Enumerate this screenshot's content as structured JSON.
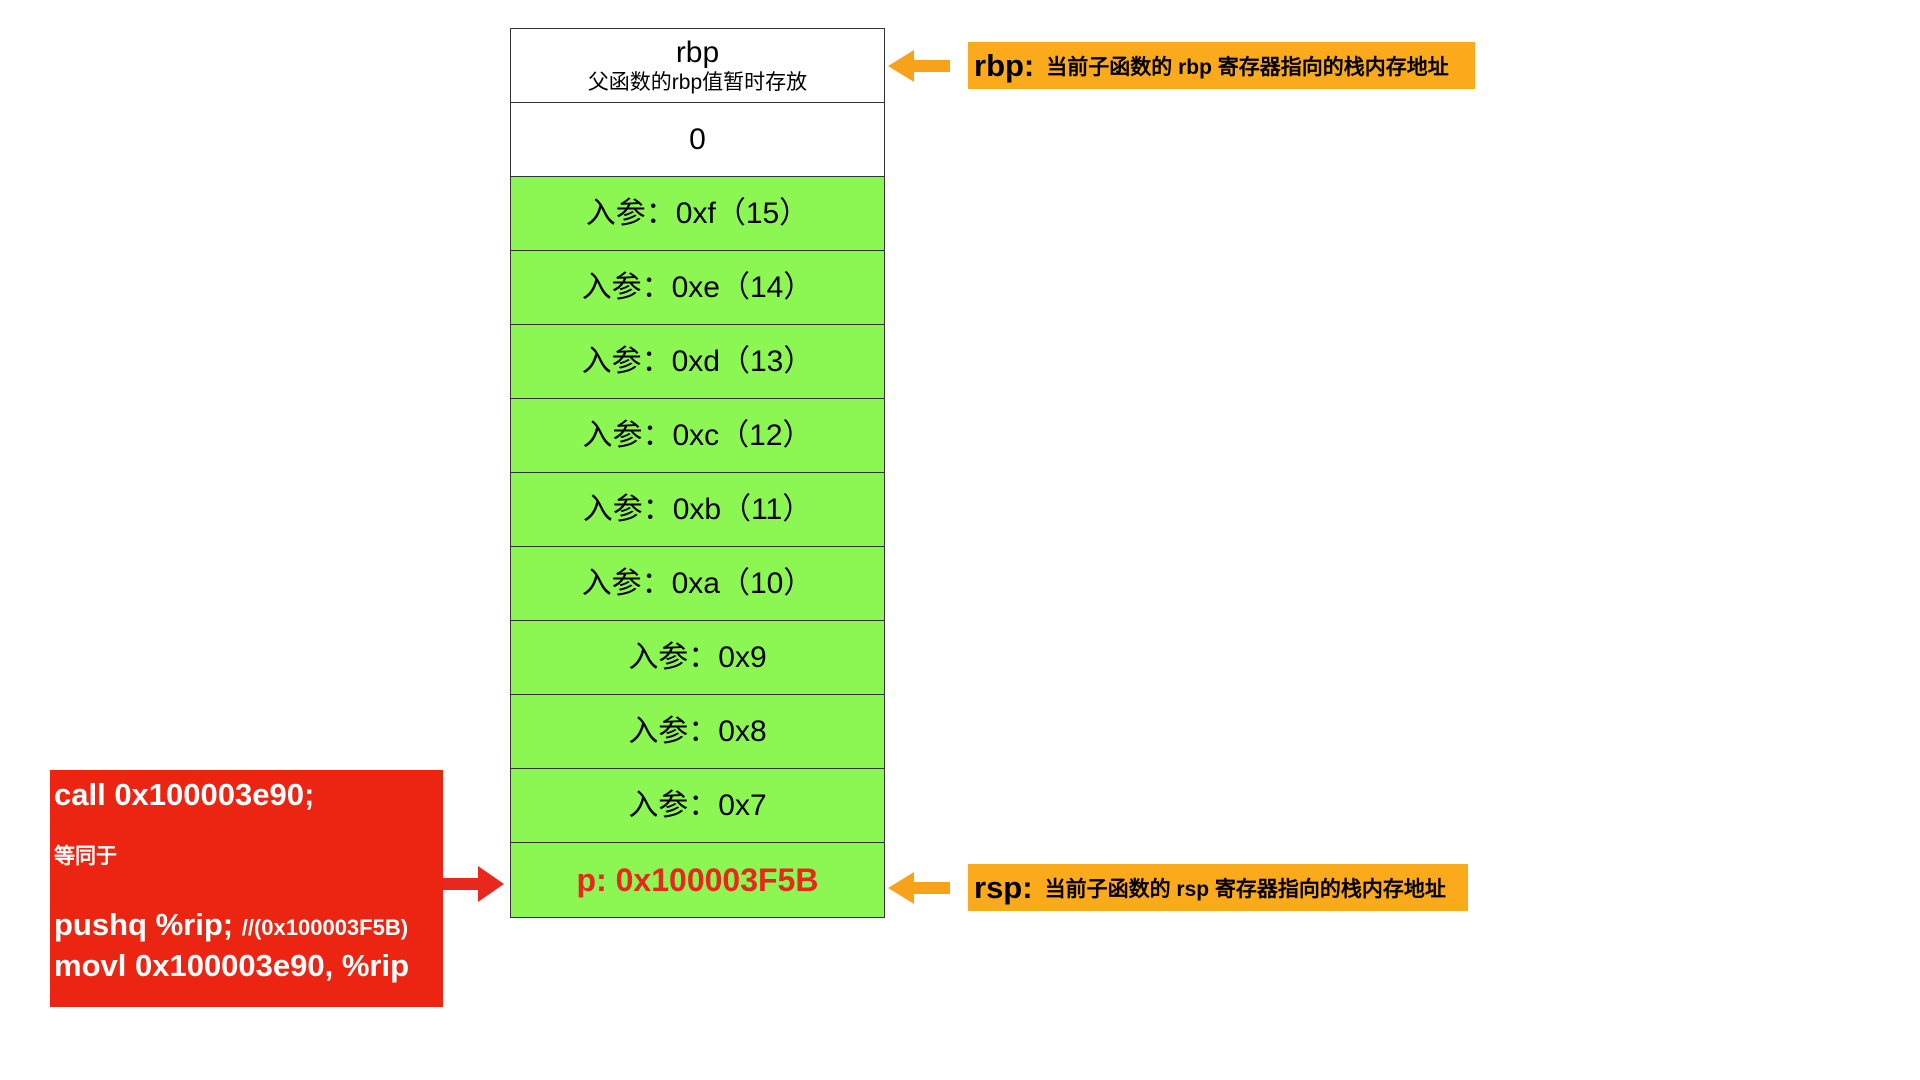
{
  "stack": {
    "frames": [
      {
        "main": "rbp",
        "sub": "父函数的rbp值暂时存放",
        "fill": "white"
      },
      {
        "main": "0",
        "fill": "white"
      },
      {
        "main": "入参：0xf（15）",
        "fill": "green"
      },
      {
        "main": "入参：0xe（14）",
        "fill": "green"
      },
      {
        "main": "入参：0xd（13）",
        "fill": "green"
      },
      {
        "main": "入参：0xc（12）",
        "fill": "green"
      },
      {
        "main": "入参：0xb（11）",
        "fill": "green"
      },
      {
        "main": "入参：0xa（10）",
        "fill": "green"
      },
      {
        "main": "入参：0x9",
        "fill": "green"
      },
      {
        "main": "入参：0x8",
        "fill": "green"
      },
      {
        "main": "入参：0x7",
        "fill": "green"
      },
      {
        "main": "p: 0x100003F5B",
        "fill": "green"
      }
    ]
  },
  "rbp_label": {
    "reg": "rbp:",
    "desc": "当前子函数的 rbp 寄存器指向的栈内存地址"
  },
  "rsp_label": {
    "reg": "rsp:",
    "desc": "当前子函数的 rsp 寄存器指向的栈内存地址"
  },
  "code": {
    "call": "call 0x100003e90;",
    "equiv": "等同于",
    "push": "pushq %rip;",
    "push_comment": "//(0x100003F5B)",
    "movl": "movl 0x100003e90, %rip"
  },
  "colors": {
    "green_cell": "#8cf752",
    "orange_label": "#fbaa1c",
    "red_box": "#ec2513",
    "return_text": "#e8281e",
    "arrow_orange": "#f6a31b",
    "arrow_red": "#e8281e"
  }
}
